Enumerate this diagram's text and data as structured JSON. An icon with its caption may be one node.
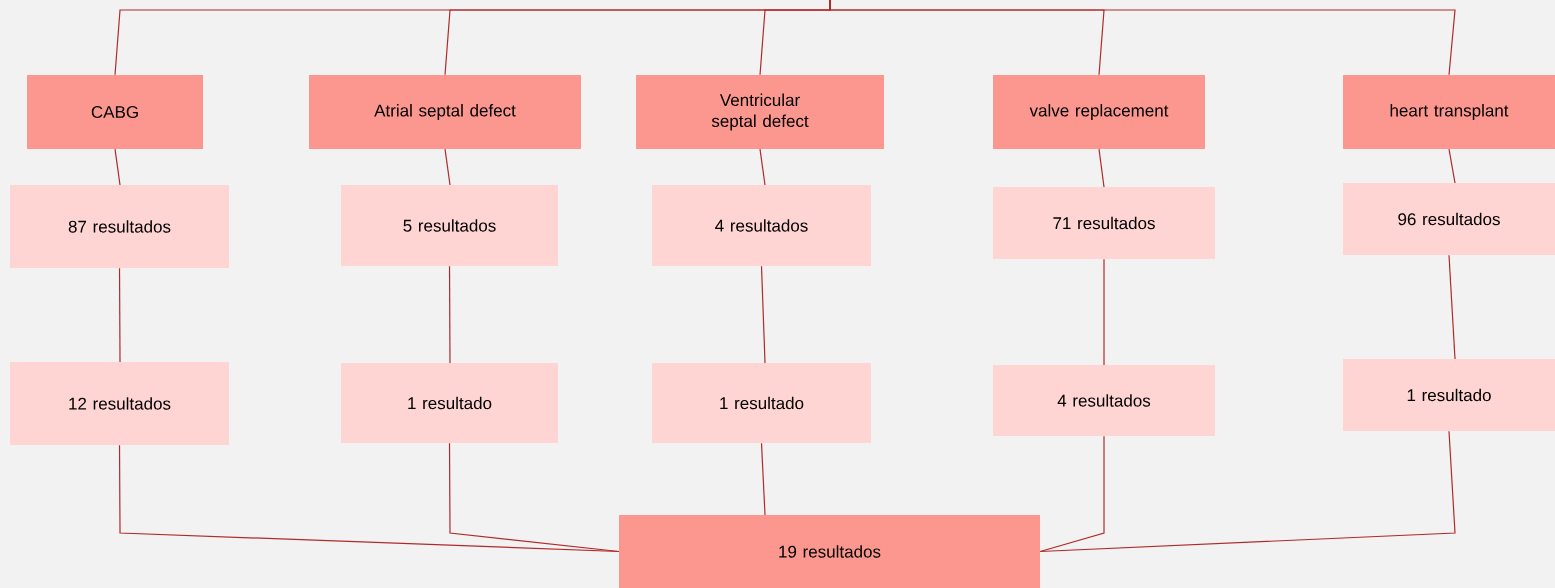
{
  "diagram": {
    "nodes": [
      {
        "text": [
          "CABG"
        ]
      },
      {
        "text": [
          "Atrial septal defect"
        ]
      },
      {
        "text": [
          "Ventricular septal defect"
        ]
      },
      {
        "text": [
          "valve replacement"
        ]
      },
      {
        "text": [
          "heart transplant"
        ]
      },
      {
        "text": [
          "87 resultados"
        ]
      },
      {
        "text": [
          "5 resultados"
        ]
      },
      {
        "text": [
          "4 resultados"
        ]
      },
      {
        "text": [
          "71 resultados"
        ]
      },
      {
        "text": [
          "96 resultados"
        ]
      },
      {
        "text": [
          "12 resultados"
        ]
      },
      {
        "text": [
          "1 resultado"
        ]
      },
      {
        "text": [
          "1 resultado"
        ]
      },
      {
        "text": [
          "4 resultados"
        ]
      },
      {
        "text": [
          "1 resultado"
        ]
      },
      {
        "text": [
          "19 resultados"
        ]
      }
    ],
    "edges": [
      {
        "from": null,
        "to": 0,
        "arrow": "none"
      },
      {
        "from": null,
        "to": 1,
        "arrow": "none"
      },
      {
        "from": null,
        "to": 2,
        "arrow": "none"
      },
      {
        "from": null,
        "to": 3,
        "arrow": "none"
      },
      {
        "from": null,
        "to": 4,
        "arrow": "none"
      },
      {
        "from": 0,
        "to": 5,
        "arrow": "none"
      },
      {
        "from": 1,
        "to": 6,
        "arrow": "none"
      },
      {
        "from": 2,
        "to": 7,
        "arrow": "none"
      },
      {
        "from": 3,
        "to": 8,
        "arrow": "none"
      },
      {
        "from": 4,
        "to": 9,
        "arrow": "none"
      },
      {
        "from": 5,
        "to": 10,
        "arrow": "none"
      },
      {
        "from": 6,
        "to": 11,
        "arrow": "none"
      },
      {
        "from": 7,
        "to": 12,
        "arrow": "none"
      },
      {
        "from": 8,
        "to": 13,
        "arrow": "none"
      },
      {
        "from": 9,
        "to": 14,
        "arrow": "none"
      },
      {
        "from": 10,
        "to": 15,
        "arrow": "none"
      },
      {
        "from": 11,
        "to": 15,
        "arrow": "none"
      },
      {
        "from": 12,
        "to": 15,
        "arrow": "none"
      },
      {
        "from": 13,
        "to": 15,
        "arrow": "none"
      },
      {
        "from": 14,
        "to": 15,
        "arrow": "none"
      }
    ]
  }
}
